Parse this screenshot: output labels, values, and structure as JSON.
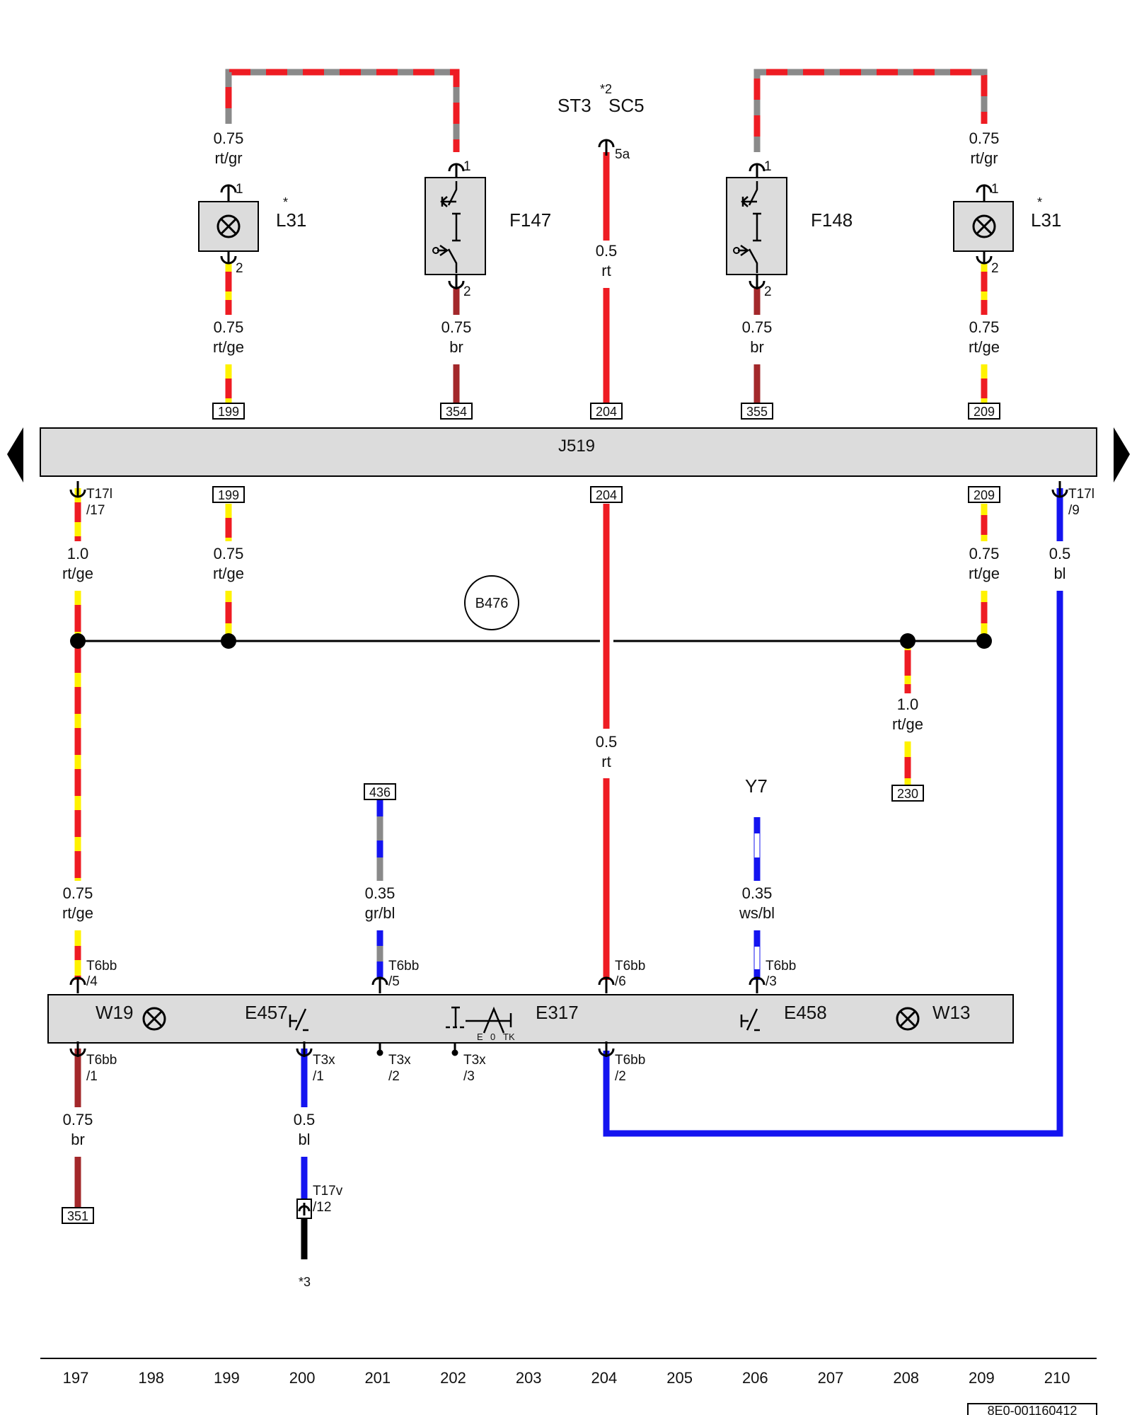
{
  "top_labels": {
    "st": "ST3",
    "sc": "SC5",
    "marker": "*2",
    "pin_5a": "5a"
  },
  "components": {
    "l31_left": {
      "name": "L31",
      "star": "*"
    },
    "l31_right": {
      "name": "L31",
      "star": "*"
    },
    "f147": "F147",
    "f148": "F148",
    "j519": "J519",
    "b476": "B476",
    "y7": "Y7",
    "w19": "W19",
    "e457": "E457",
    "e317": "E317",
    "e458": "E458",
    "w13": "W13",
    "e317_scale": {
      "e": "E",
      "zero": "0",
      "tk": "TK"
    }
  },
  "wire_labels": {
    "a1": [
      "0.75",
      "rt/gr"
    ],
    "a2": [
      "0.75",
      "rt/gr"
    ],
    "b1": [
      "0.75",
      "rt/ge"
    ],
    "b2": [
      "0.75",
      "br"
    ],
    "b3": [
      "0.5",
      "rt"
    ],
    "b4": [
      "0.75",
      "br"
    ],
    "b5": [
      "0.75",
      "rt/ge"
    ],
    "c1": [
      "1.0",
      "rt/ge"
    ],
    "c2": [
      "0.75",
      "rt/ge"
    ],
    "c3": [
      "0.75",
      "rt/ge"
    ],
    "c4": [
      "0.5",
      "bl"
    ],
    "d1": [
      "1.0",
      "rt/ge"
    ],
    "d2": [
      "0.5",
      "rt"
    ],
    "e1": [
      "0.75",
      "rt/ge"
    ],
    "e2": [
      "0.35",
      "gr/bl"
    ],
    "e3": [
      "0.35",
      "ws/bl"
    ],
    "f1": [
      "0.75",
      "br"
    ],
    "f2": [
      "0.5",
      "bl"
    ]
  },
  "refs": {
    "r199a": "199",
    "r354": "354",
    "r204a": "204",
    "r355": "355",
    "r209a": "209",
    "r199b": "199",
    "r204b": "204",
    "r209b": "209",
    "r436": "436",
    "r230": "230",
    "r351": "351"
  },
  "pins": {
    "one": "1",
    "two": "2",
    "t17l_17": [
      "T17l",
      "/17"
    ],
    "t17l_9": [
      "T17l",
      "/9"
    ],
    "t6bb_4": [
      "T6bb",
      "/4"
    ],
    "t6bb_5": [
      "T6bb",
      "/5"
    ],
    "t6bb_6": [
      "T6bb",
      "/6"
    ],
    "t6bb_3": [
      "T6bb",
      "/3"
    ],
    "t6bb_1": [
      "T6bb",
      "/1"
    ],
    "t3x_1": [
      "T3x",
      "/1"
    ],
    "t3x_2": [
      "T3x",
      "/2"
    ],
    "t3x_3": [
      "T3x",
      "/3"
    ],
    "t6bb_2": [
      "T6bb",
      "/2"
    ],
    "t17v_12": [
      "T17v",
      "/12"
    ]
  },
  "footnote": "*3",
  "columns": [
    "197",
    "198",
    "199",
    "200",
    "201",
    "202",
    "203",
    "204",
    "205",
    "206",
    "207",
    "208",
    "209",
    "210"
  ],
  "doc_number": "8E0-001160412",
  "colors": {
    "red": "#ee1c23",
    "grey": "#8a8a8a",
    "yellow": "#fff200",
    "brown": "#a3282b",
    "blue": "#1414f0",
    "white": "#ffffff",
    "black": "#000000",
    "box": "#dcdcdc"
  }
}
